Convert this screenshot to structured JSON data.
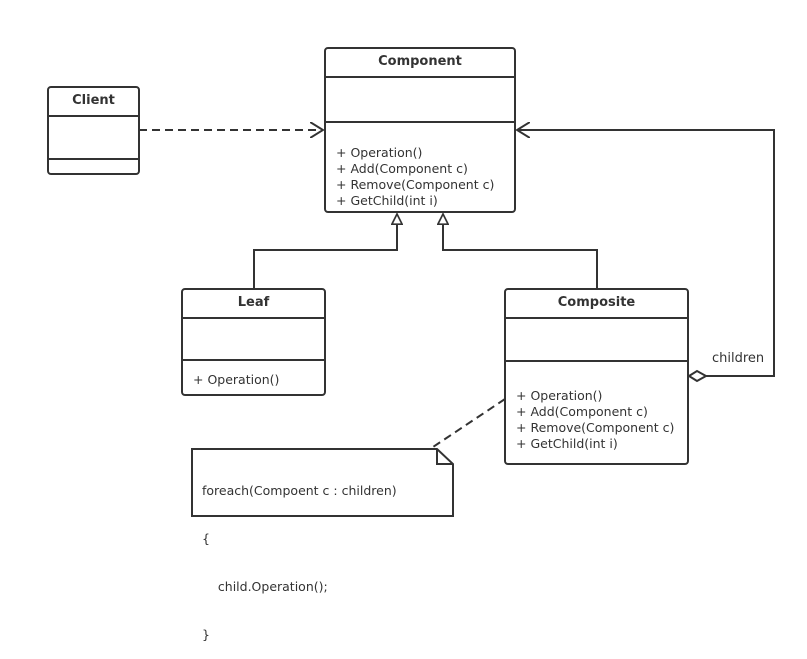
{
  "classes": {
    "component": {
      "name": "Component",
      "operations": [
        "+ Operation()",
        "+ Add(Component c)",
        "+ Remove(Component c)",
        "+ GetChild(int i)"
      ]
    },
    "client": {
      "name": "Client"
    },
    "leaf": {
      "name": "Leaf",
      "operations": [
        "+ Operation()"
      ]
    },
    "composite": {
      "name": "Composite",
      "operations": [
        "+ Operation()",
        "+ Add(Component c)",
        "+ Remove(Component c)",
        "+ GetChild(int i)"
      ]
    }
  },
  "note": {
    "lines": [
      "foreach(Compoent c : children)",
      "{",
      "    child.Operation();",
      "}"
    ]
  },
  "labels": {
    "children": "children"
  },
  "colors": {
    "stroke": "#333333",
    "background": "#ffffff"
  }
}
